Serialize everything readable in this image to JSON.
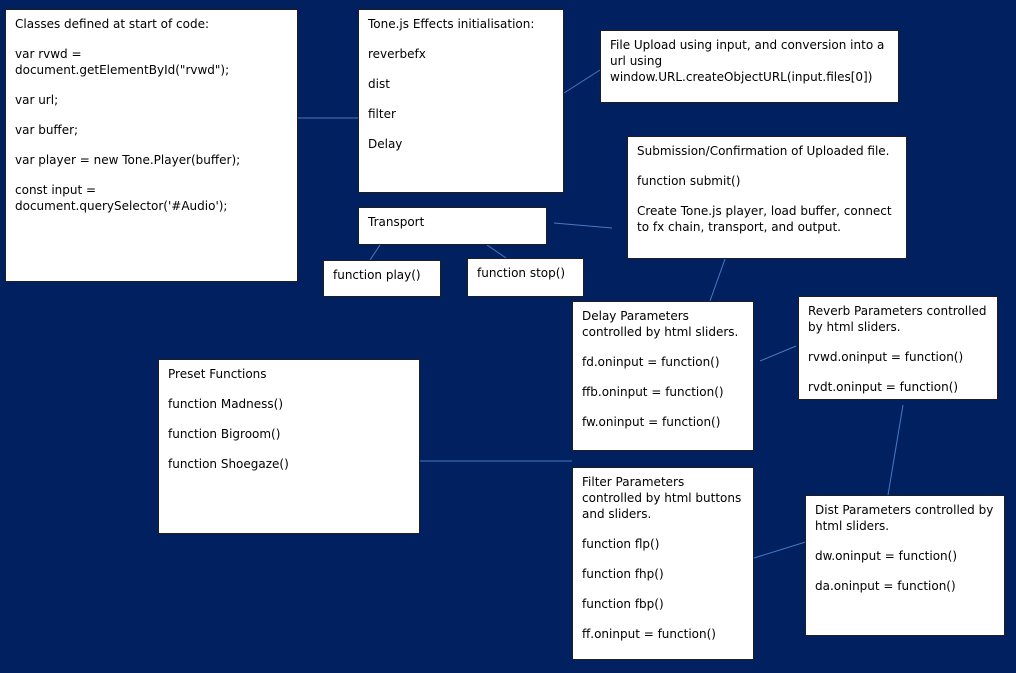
{
  "colors": {
    "background": "#002060",
    "box_fill": "#ffffff",
    "box_border": "#1f1f1f",
    "connector": "#4A79C2",
    "text": "#000000"
  },
  "classes": {
    "title": "Classes defined at start of code:",
    "lines": [
      "var rvwd = document.getElementById(\"rvwd\");",
      "var url;",
      "var buffer;",
      "var player = new Tone.Player(buffer);",
      "const input = document.querySelector('#Audio');"
    ]
  },
  "effects": {
    "title": "Tone.js Effects initialisation:",
    "items": [
      "reverbefx",
      "dist",
      "filter",
      "Delay"
    ]
  },
  "upload": {
    "text": "File Upload using input, and conversion into a url using window.URL.createObjectURL(input.files[0])"
  },
  "submit": {
    "title": "Submission/Confirmation of Uploaded file.",
    "function": "function submit()",
    "description": "Create Tone.js player, load buffer, connect to fx chain, transport, and output."
  },
  "transport": {
    "title": "Transport",
    "play": "function play()",
    "stop": "function stop()"
  },
  "delay": {
    "title": "Delay Parameters controlled by html sliders.",
    "items": [
      "fd.oninput = function()",
      "ffb.oninput = function()",
      "fw.oninput = function()"
    ]
  },
  "reverb": {
    "title": "Reverb Parameters controlled by html sliders.",
    "items": [
      "rvwd.oninput = function()",
      "rvdt.oninput = function()"
    ]
  },
  "presets": {
    "title": "Preset Functions",
    "items": [
      "function Madness()",
      "function Bigroom()",
      "function Shoegaze()"
    ]
  },
  "filter": {
    "title": "Filter Parameters controlled by html buttons and sliders.",
    "items": [
      "function flp()",
      "function fhp()",
      "function fbp()",
      "ff.oninput = function()"
    ]
  },
  "dist": {
    "title": "Dist Parameters controlled by html sliders.",
    "items": [
      "dw.oninput = function()",
      "da.oninput = function()"
    ]
  }
}
